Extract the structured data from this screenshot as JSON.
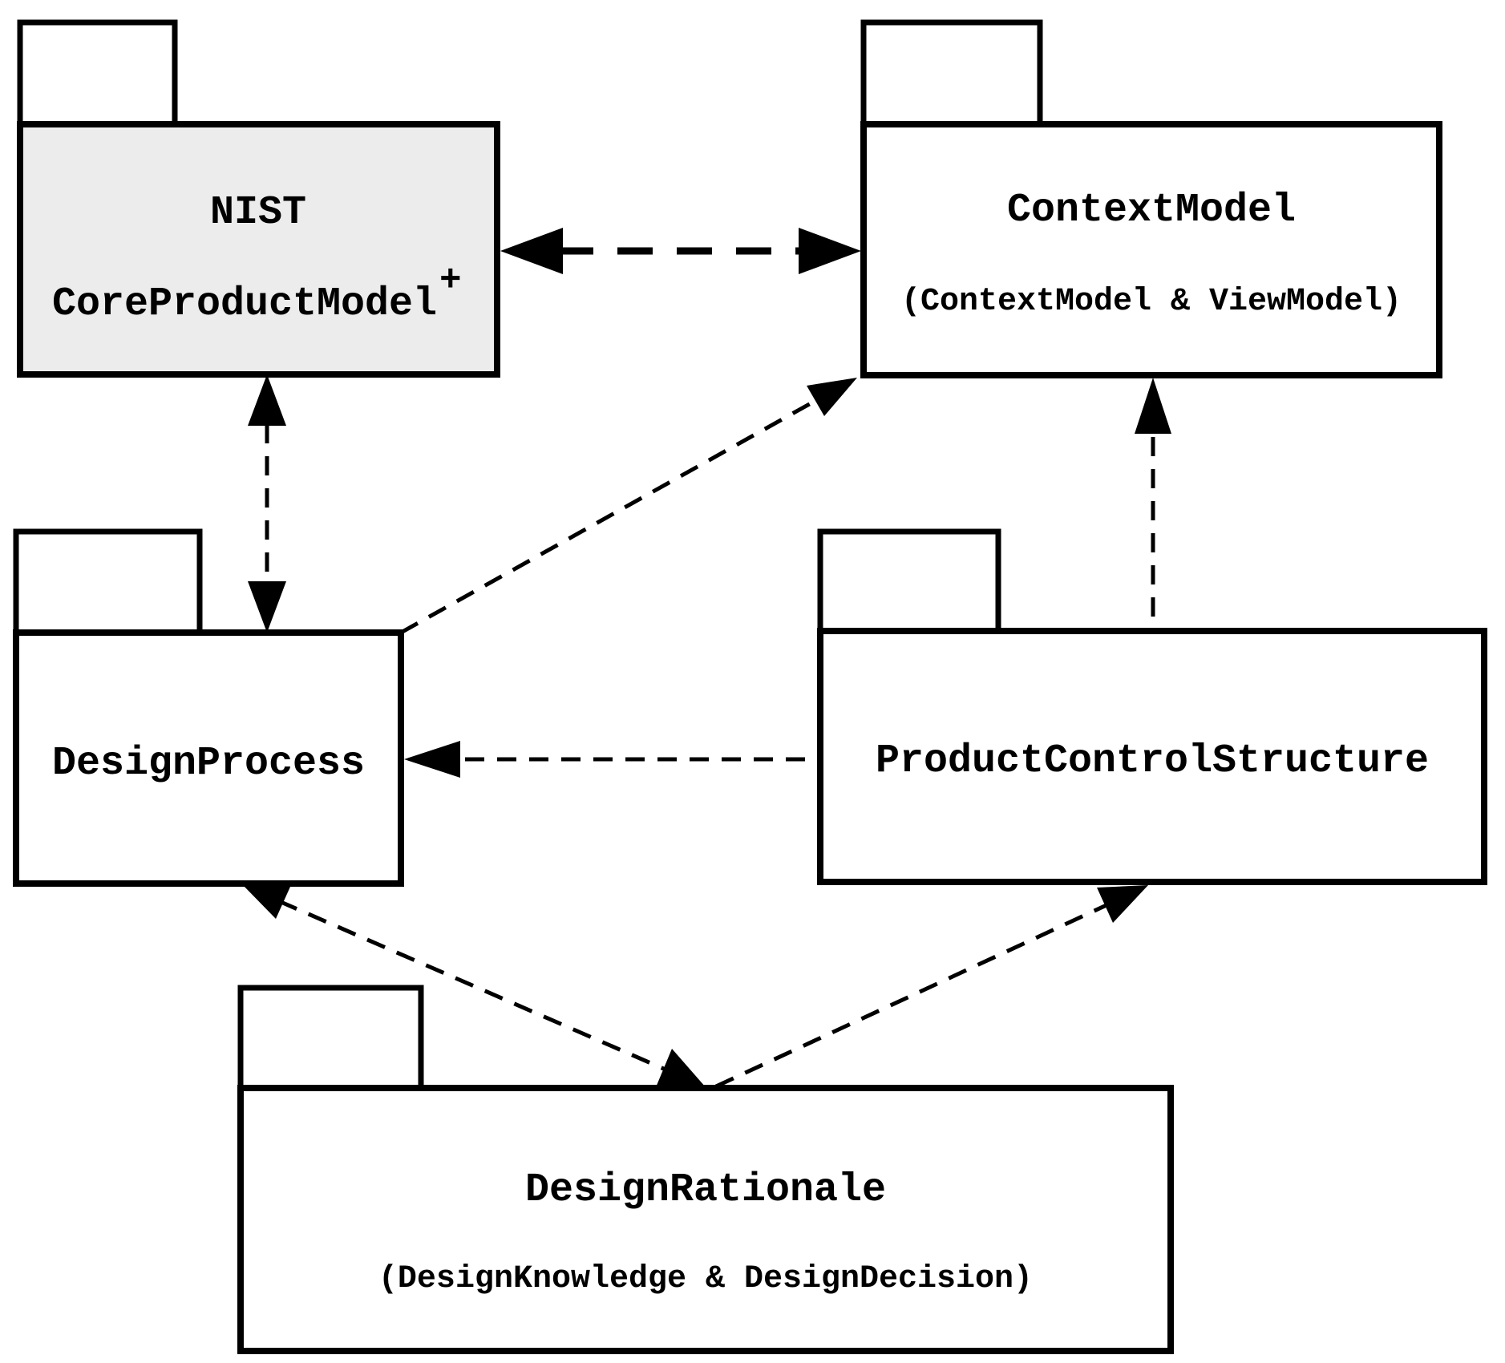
{
  "diagram": {
    "type": "uml-package-diagram",
    "colors": {
      "line": "#000000",
      "background": "#ffffff",
      "highlight_fill": "#ececec",
      "plain_fill": "#ffffff"
    },
    "packages": [
      {
        "id": "nist-core-product-model",
        "title_line1": "NIST",
        "title_line2": "CoreProductModel",
        "title_superscript": "+",
        "fill": "#ececec",
        "highlighted": true
      },
      {
        "id": "context-model",
        "title": "ContextModel",
        "subtitle": "(ContextModel & ViewModel)",
        "fill": "#ffffff",
        "highlighted": false
      },
      {
        "id": "design-process",
        "title": "DesignProcess",
        "fill": "#ffffff",
        "highlighted": false
      },
      {
        "id": "product-control-structure",
        "title": "ProductControlStructure",
        "fill": "#ffffff",
        "highlighted": false
      },
      {
        "id": "design-rationale",
        "title": "DesignRationale",
        "subtitle": "(DesignKnowledge & DesignDecision)",
        "fill": "#ffffff",
        "highlighted": false
      }
    ],
    "relationships": [
      {
        "from": "NIST CoreProductModel+",
        "to": "ContextModel",
        "type": "dashed-dependency",
        "direction": "bidirectional",
        "weight": "bold"
      },
      {
        "from": "NIST CoreProductModel+",
        "to": "DesignProcess",
        "type": "dashed-dependency",
        "direction": "bidirectional",
        "weight": "normal"
      },
      {
        "from": "DesignProcess",
        "to": "ContextModel",
        "type": "dashed-dependency",
        "direction": "one-way",
        "weight": "normal"
      },
      {
        "from": "ProductControlStructure",
        "to": "ContextModel",
        "type": "dashed-dependency",
        "direction": "one-way",
        "weight": "normal"
      },
      {
        "from": "ProductControlStructure",
        "to": "DesignProcess",
        "type": "dashed-dependency",
        "direction": "one-way",
        "weight": "normal"
      },
      {
        "from": "DesignProcess",
        "to": "DesignRationale",
        "type": "dashed-dependency",
        "direction": "bidirectional",
        "weight": "normal"
      },
      {
        "from": "DesignRationale",
        "to": "ProductControlStructure",
        "type": "dashed-dependency",
        "direction": "one-way",
        "weight": "normal"
      }
    ]
  }
}
